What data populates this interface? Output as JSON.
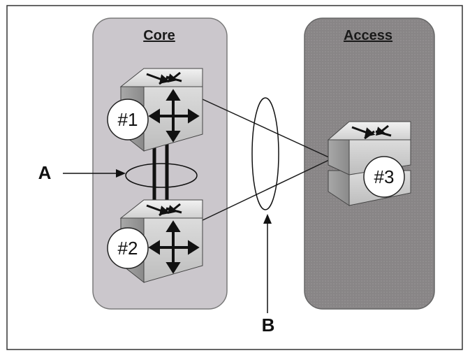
{
  "zones": {
    "core": {
      "label": "Core"
    },
    "access": {
      "label": "Access"
    }
  },
  "switches": [
    {
      "id": "switch-1",
      "label": "#1"
    },
    {
      "id": "switch-2",
      "label": "#2"
    },
    {
      "id": "switch-3",
      "label": "#3"
    }
  ],
  "callouts": {
    "a": {
      "label": "A"
    },
    "b": {
      "label": "B"
    }
  },
  "icons": [
    "router-switch-icon",
    "four-way-arrows-icon"
  ],
  "colors": {
    "core_zone": "#cbc7cc",
    "access_zone": "#8e8c8d",
    "switch_face": "#d6d6d6",
    "border": "#333333"
  }
}
